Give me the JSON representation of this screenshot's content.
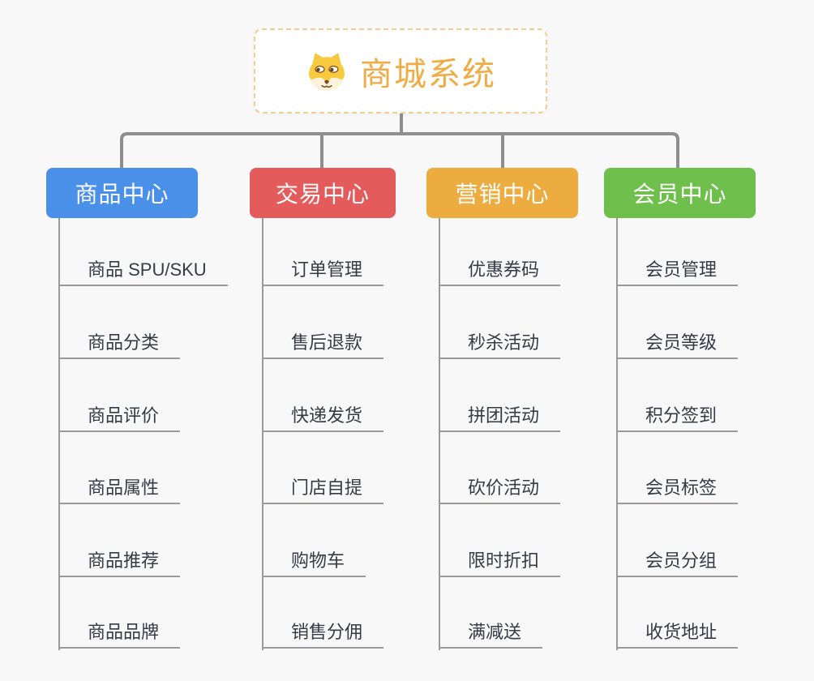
{
  "root": {
    "title": "商城系统",
    "icon": "shiba-dog-icon"
  },
  "branches": [
    {
      "label": "商品中心",
      "color": "#4a90e8",
      "items": [
        "商品 SPU/SKU",
        "商品分类",
        "商品评价",
        "商品属性",
        "商品推荐",
        "商品品牌"
      ]
    },
    {
      "label": "交易中心",
      "color": "#e45b5c",
      "items": [
        "订单管理",
        "售后退款",
        "快递发货",
        "门店自提",
        "购物车",
        "销售分佣"
      ]
    },
    {
      "label": "营销中心",
      "color": "#ecac3f",
      "items": [
        "优惠券码",
        "秒杀活动",
        "拼团活动",
        "砍价活动",
        "限时折扣",
        "满减送"
      ]
    },
    {
      "label": "会员中心",
      "color": "#6fbf4c",
      "items": [
        "会员管理",
        "会员等级",
        "积分签到",
        "会员标签",
        "会员分组",
        "收货地址"
      ]
    }
  ],
  "style_tokens": {
    "background": "#f8f8f8",
    "connector_color": "#8e8e8e",
    "child_line_color": "#9a9a9a",
    "child_text_color": "#363a43",
    "root_text_color": "#f0ab42",
    "root_border_color": "#f2ce93"
  }
}
